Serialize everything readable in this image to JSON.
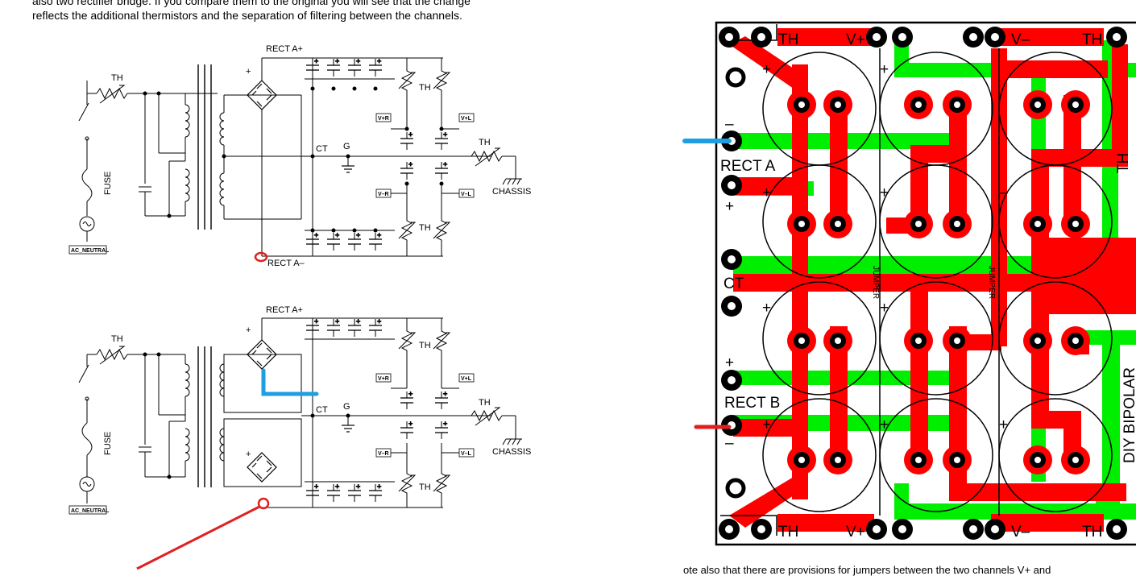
{
  "document": {
    "paragraph_lines": [
      "also two rectifier bridge.  If you compare them to the original you will see that the change",
      "reflects the additional thermistors and the separation of filtering between the channels."
    ],
    "footer_text": "ote also that there are provisions for jumpers between the two channels V+ and"
  },
  "schematic_top": {
    "th": "TH",
    "fuse": "FUSE",
    "ac_neutral": "AC_NEUTRAL",
    "rect_plus": "RECT A+",
    "rect_minus": "RECT A–",
    "ct": "CT",
    "g": "G",
    "th_filter": "TH",
    "th_out": "TH",
    "vpr": "V+R",
    "vpl": "V+L",
    "vmr": "V–R",
    "vml": "V–L",
    "chassis": "CHASSIS"
  },
  "schematic_bottom": {
    "th": "TH",
    "fuse": "FUSE",
    "ac_neutral": "AC_NEUTRAL",
    "rect_plus": "RECT A+",
    "ct": "CT",
    "g": "G",
    "th_filter": "TH",
    "th_out": "TH",
    "vpr": "V+R",
    "vpl": "V+L",
    "vmr": "V–R",
    "vml": "V–L",
    "chassis": "CHASSIS"
  },
  "pcb": {
    "th": "TH",
    "vplus": "V+",
    "vminus": "V–",
    "rect_a": "RECT A",
    "rect_b": "RECT B",
    "ct": "CT",
    "jumper": "JUMPER",
    "side_label": "DIY BIPOLAR",
    "plus": "+",
    "minus": "–"
  },
  "colors": {
    "trace_red": "#ff0000",
    "trace_green": "#00ee00",
    "annotation_blue": "#1ea0e0",
    "annotation_red": "#e02020"
  }
}
